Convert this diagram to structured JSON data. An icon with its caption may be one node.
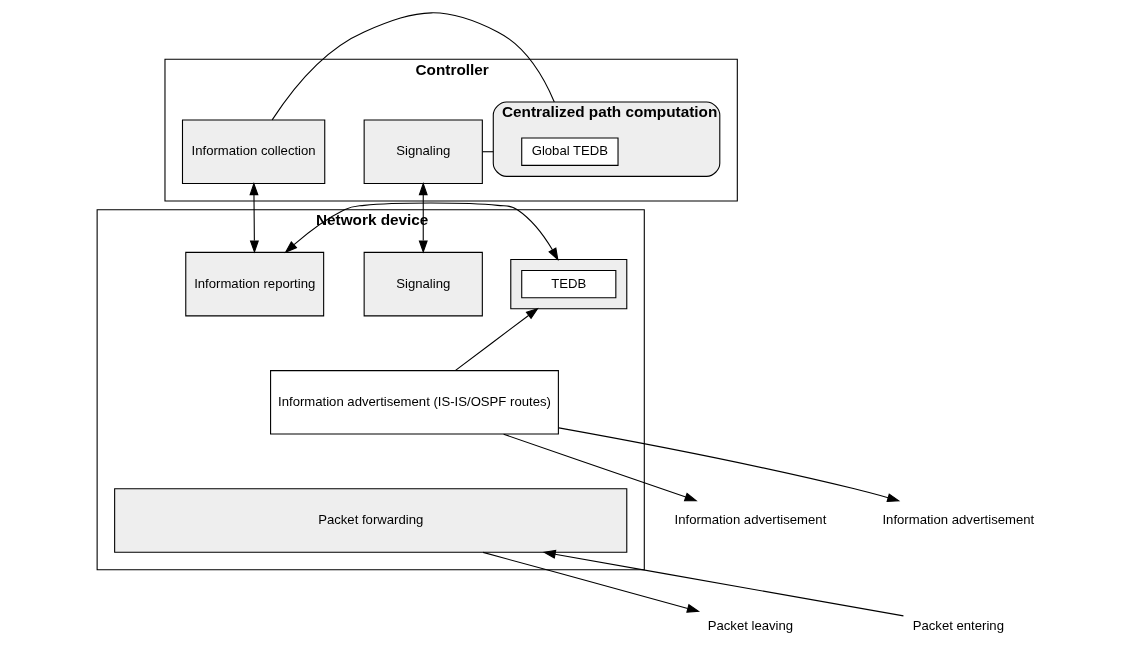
{
  "diagram": {
    "nodes": [
      {
        "text": [
          "Controller"
        ]
      },
      {
        "text": [
          "Signaling"
        ],
        "in": 0
      },
      {
        "text": [
          "Centralized path computation"
        ],
        "in": 0
      },
      {
        "text": [
          "Global TEDB"
        ],
        "in": 2
      },
      {
        "text": [
          "Information collection"
        ],
        "in": 0
      },
      {
        "text": [
          "Network device"
        ]
      },
      {
        "text": [
          "Signaling"
        ],
        "in": 5
      },
      {
        "text": [],
        "shape": "box",
        "in": 5
      },
      {
        "text": [
          "TEDB"
        ],
        "in": 7
      },
      {
        "text": [
          "Information reporting"
        ],
        "in": 5
      },
      {
        "text": [
          "Information advertisement (IS-IS/OSPF routes)"
        ],
        "in": 5
      },
      {
        "text": [
          "Packet forwarding"
        ],
        "in": 5
      },
      {
        "text": [
          "Information advertisement"
        ]
      },
      {
        "text": [
          "Information advertisement"
        ]
      },
      {
        "text": [
          "Packet entering"
        ]
      },
      {
        "text": [
          "Packet leaving"
        ]
      }
    ],
    "edges": [
      {
        "from": 1,
        "to": 2,
        "arrow": "none"
      },
      {
        "from": 2,
        "to": 4,
        "arrow": "none"
      },
      {
        "from": 1,
        "to": 6,
        "arrow": "both"
      },
      {
        "from": 4,
        "to": 9,
        "arrow": "both"
      },
      {
        "from": 7,
        "to": 9,
        "arrow": "both"
      },
      {
        "from": 10,
        "to": 7,
        "arrow": "to"
      },
      {
        "from": 10,
        "to": 12,
        "arrow": "to"
      },
      {
        "from": 10,
        "to": 13,
        "arrow": "to"
      },
      {
        "from": 14,
        "to": 11,
        "arrow": "to"
      },
      {
        "from": 11,
        "to": 15,
        "arrow": "to"
      }
    ]
  }
}
